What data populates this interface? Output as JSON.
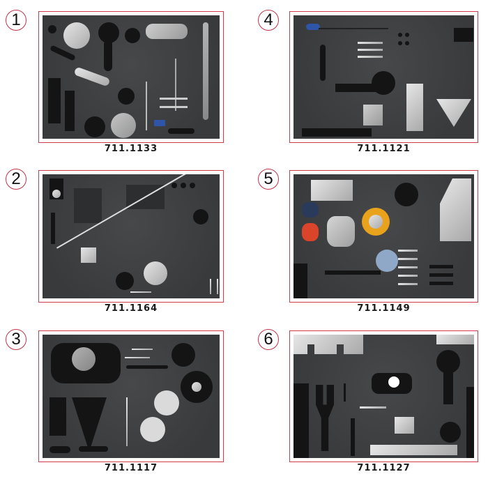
{
  "kits": [
    {
      "index": "1",
      "code": "711.1133",
      "position": "top-left"
    },
    {
      "index": "4",
      "code": "711.1121",
      "position": "top-right"
    },
    {
      "index": "2",
      "code": "711.1164",
      "position": "middle-left"
    },
    {
      "index": "5",
      "code": "711.1149",
      "position": "middle-right"
    },
    {
      "index": "3",
      "code": "711.1117",
      "position": "bottom-left"
    },
    {
      "index": "6",
      "code": "711.1127",
      "position": "bottom-right"
    }
  ],
  "colors": {
    "frame_border": "#d23a4d",
    "tray_foam": "#3d3e40",
    "tool_black": "#141414",
    "tool_silver": "#c8c8c8",
    "accent_blue": "#2f55a8",
    "accent_orange": "#e8a21c",
    "accent_red": "#d9442a"
  }
}
